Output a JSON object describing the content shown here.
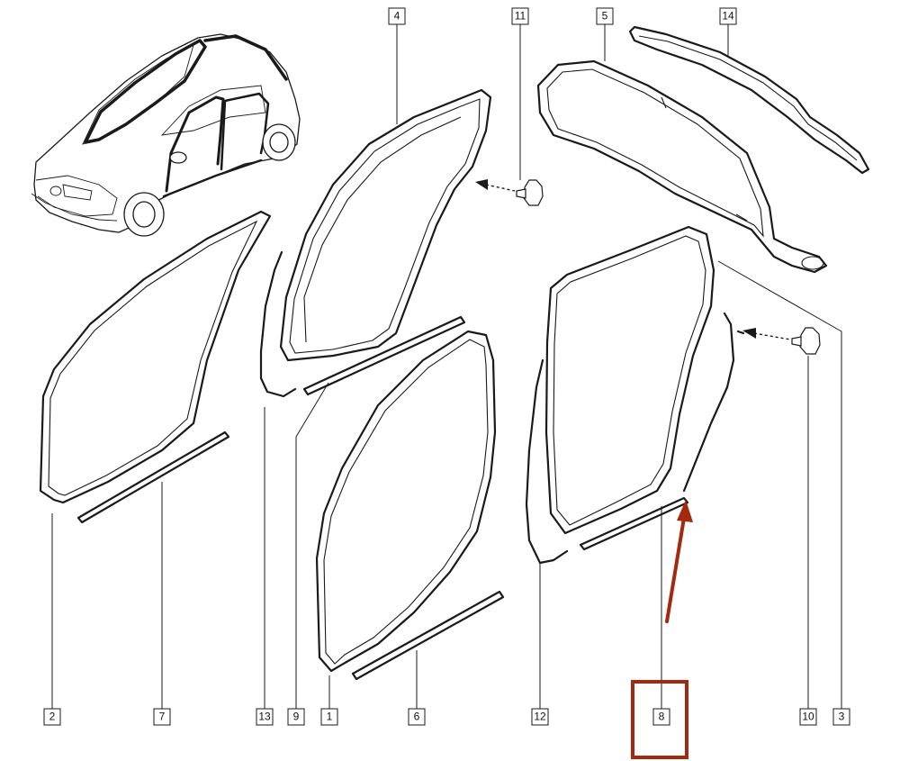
{
  "diagram": {
    "colors": {
      "line": "#1a1a1a",
      "highlight": "#a32a0f",
      "background": "#ffffff"
    },
    "labels": [
      {
        "id": "l4",
        "text": "4"
      },
      {
        "id": "l11",
        "text": "11"
      },
      {
        "id": "l5",
        "text": "5"
      },
      {
        "id": "l14",
        "text": "14"
      },
      {
        "id": "l2",
        "text": "2"
      },
      {
        "id": "l7",
        "text": "7"
      },
      {
        "id": "l13",
        "text": "13"
      },
      {
        "id": "l9",
        "text": "9"
      },
      {
        "id": "l1",
        "text": "1"
      },
      {
        "id": "l6",
        "text": "6"
      },
      {
        "id": "l12",
        "text": "12"
      },
      {
        "id": "l8",
        "text": "8"
      },
      {
        "id": "l10",
        "text": "10"
      },
      {
        "id": "l3",
        "text": "3"
      }
    ],
    "highlighted_label": "8"
  }
}
